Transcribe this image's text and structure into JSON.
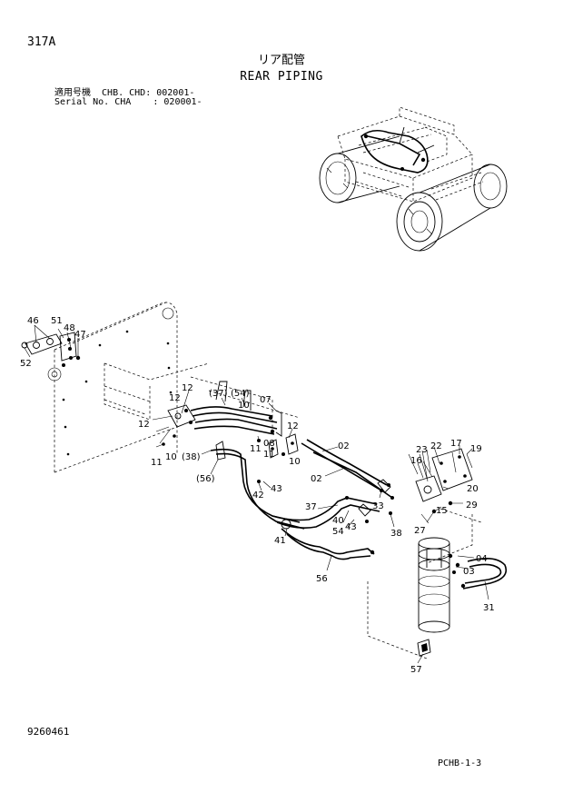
{
  "header": {
    "page_number": "317A",
    "title_jp": "リア配管",
    "title_en": "REAR PIPING",
    "serial_line1": "適用号機  CHB. CHD: 002001-",
    "serial_line2": "Serial No. CHA    : 020001-"
  },
  "footer": {
    "doc_number": "9260461",
    "sheet_code": "PCHB-1-3"
  },
  "callouts": {
    "c46": "46",
    "c51": "51",
    "c48": "48",
    "c47": "47",
    "c52": "52",
    "c12a": "12",
    "c12b": "12",
    "c12c": "12",
    "c37p": "(37)",
    "c54p": "(54)",
    "c07": "07",
    "c10a": "10",
    "c10b": "10",
    "c10c": "10",
    "c08": "08",
    "c11a": "11",
    "c11b": "11",
    "c11c": "11",
    "c38p": "(38)",
    "c56p": "(56)",
    "c42": "42",
    "c43a": "43",
    "c43b": "43",
    "c02a": "02",
    "c02b": "02",
    "c23": "23",
    "c22": "22",
    "c17": "17",
    "c19": "19",
    "c16": "16",
    "c20": "20",
    "c15": "15",
    "c29": "29",
    "c27": "27",
    "c37": "37",
    "c40": "40",
    "c54": "54",
    "c33": "33",
    "c38": "38",
    "c41": "41",
    "c56": "56",
    "c04": "04",
    "c03": "03",
    "c31": "31",
    "c57": "57"
  }
}
